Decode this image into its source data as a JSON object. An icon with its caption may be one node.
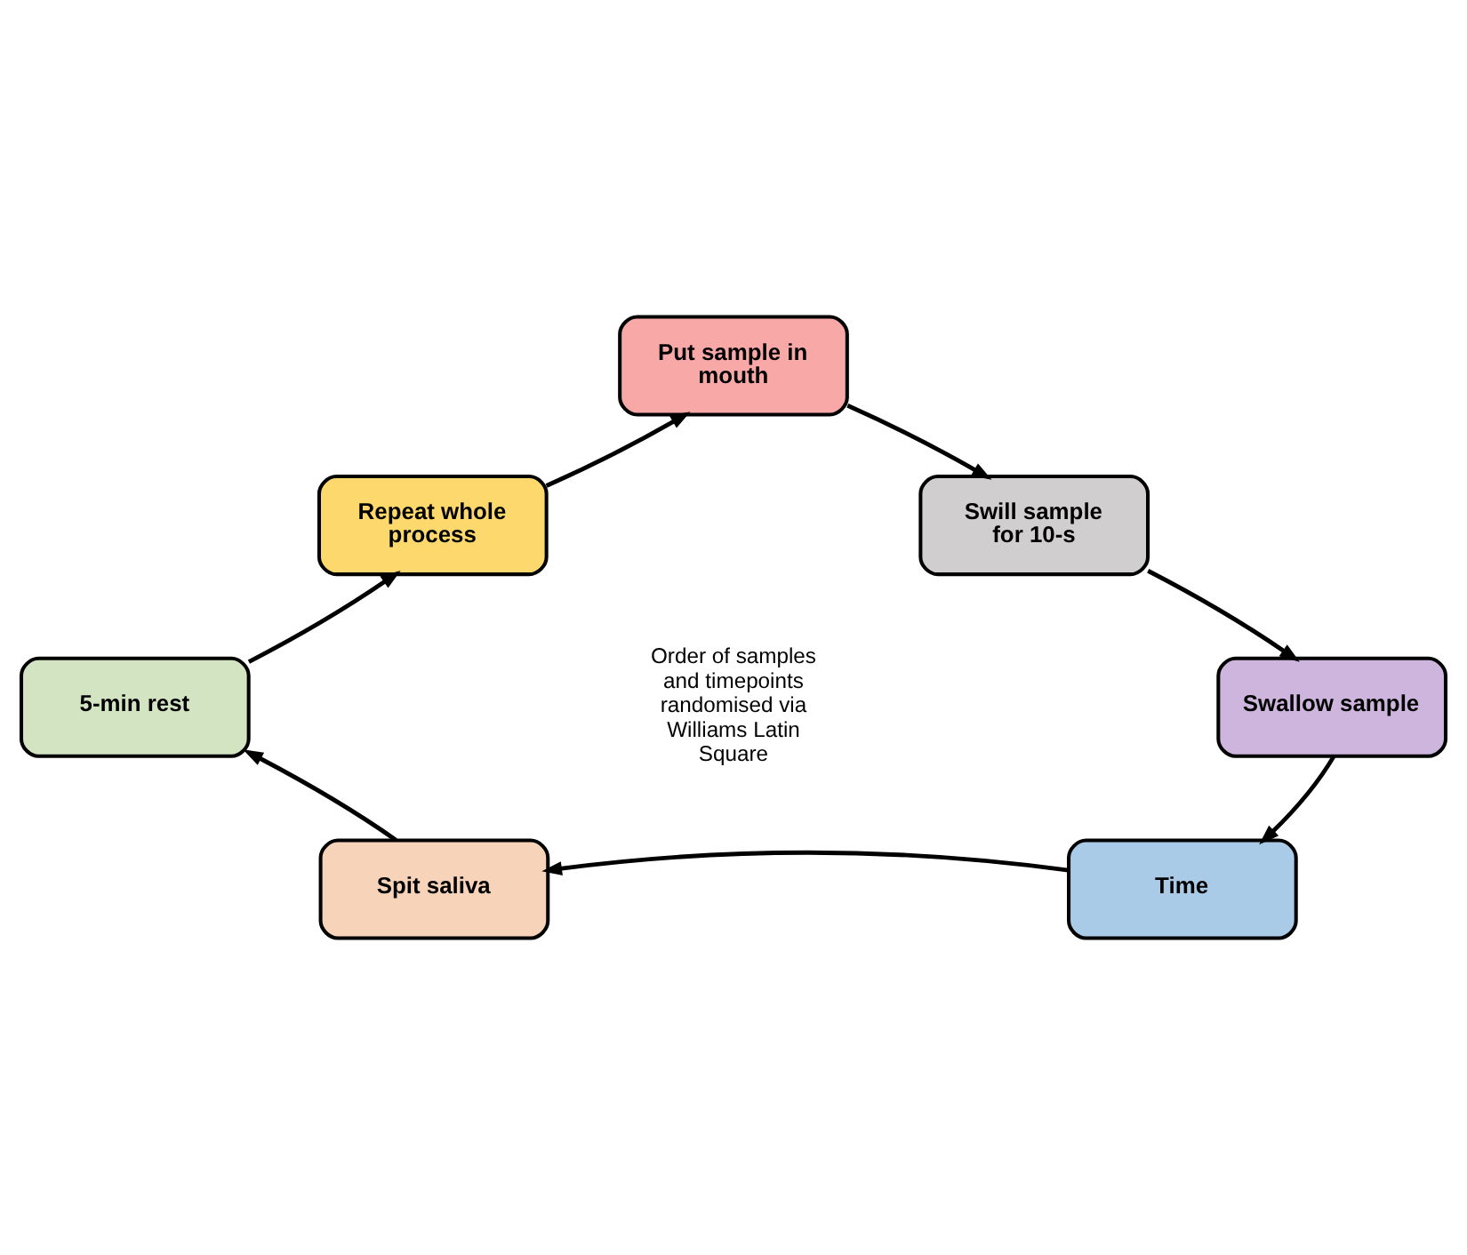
{
  "diagram": {
    "nodes": [
      {
        "text": [
          "Put sample in mouth"
        ]
      },
      {
        "text": [
          "Swill sample for 10-s"
        ]
      },
      {
        "text": [
          "Swallow sample"
        ]
      },
      {
        "text": [
          "Time"
        ]
      },
      {
        "text": [
          "Spit saliva"
        ]
      },
      {
        "text": [
          "5-min rest"
        ]
      },
      {
        "text": [
          "Repeat whole process"
        ]
      }
    ],
    "edges": [
      {
        "from": 0,
        "to": 1,
        "arrow": "to"
      },
      {
        "from": 1,
        "to": 2,
        "arrow": "to"
      },
      {
        "from": 2,
        "to": 3,
        "arrow": "to"
      },
      {
        "from": 3,
        "to": 4,
        "arrow": "to"
      },
      {
        "from": 4,
        "to": 5,
        "arrow": "to"
      },
      {
        "from": 5,
        "to": 6,
        "arrow": "to"
      },
      {
        "from": 6,
        "to": 0,
        "arrow": "to"
      }
    ],
    "labels": [
      "Order of samples and timepoints randomised via Williams Latin Square"
    ]
  }
}
